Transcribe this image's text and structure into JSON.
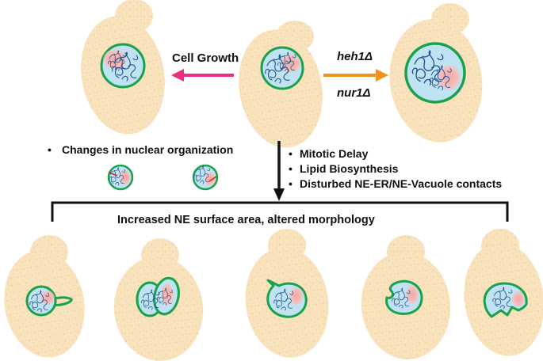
{
  "labels": {
    "cell_growth": "Cell Growth",
    "mutant_heh1": "heh1Δ",
    "mutant_nur1": "nur1Δ",
    "changes_bullet": "Changes in nuclear organization",
    "bracket_caption": "Increased NE surface area, altered morphology"
  },
  "consequences": [
    "Mitotic Delay",
    "Lipid Biosynthesis",
    "Disturbed NE-ER/NE-Vacuole contacts"
  ],
  "colors": {
    "cell": "#f8e3bd",
    "cell_texture": "#ecc996",
    "nucleus_fill": "#bfe3f3",
    "nucleus_outline": "#1aa14e",
    "chromatin": "#24508e",
    "nucleolus": "#f2a3a0",
    "growth_arrow": "#ee2d84",
    "mutant_arrow": "#f39221",
    "bracket_arrow": "#111111"
  },
  "morphologies": [
    "bleb",
    "double-lobed",
    "spiked",
    "indented",
    "collapsed"
  ]
}
